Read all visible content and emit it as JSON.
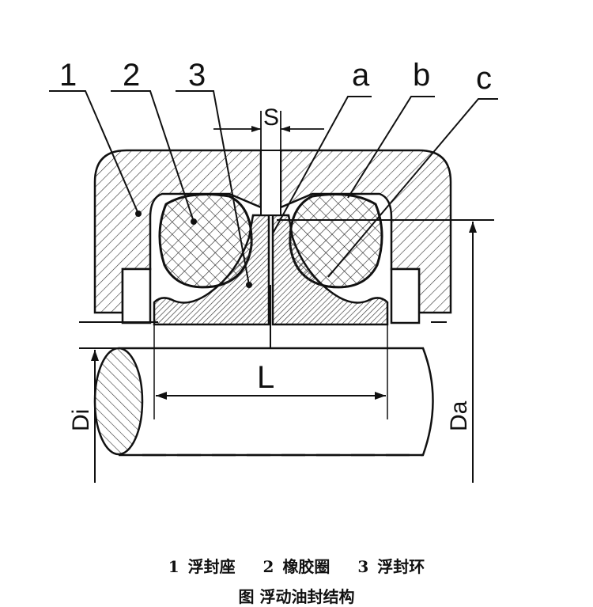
{
  "labels": {
    "part1": "1",
    "part2": "2",
    "part3": "3",
    "a": "a",
    "b": "b",
    "c": "c",
    "gap": "S",
    "length": "L",
    "inner_diameter": "Di",
    "outer_diameter": "Da"
  },
  "legend": [
    {
      "num": "1",
      "name": "浮封座"
    },
    {
      "num": "2",
      "name": "橡胶圈"
    },
    {
      "num": "3",
      "name": "浮封环"
    }
  ],
  "figure_caption": "图   浮动油封结构"
}
